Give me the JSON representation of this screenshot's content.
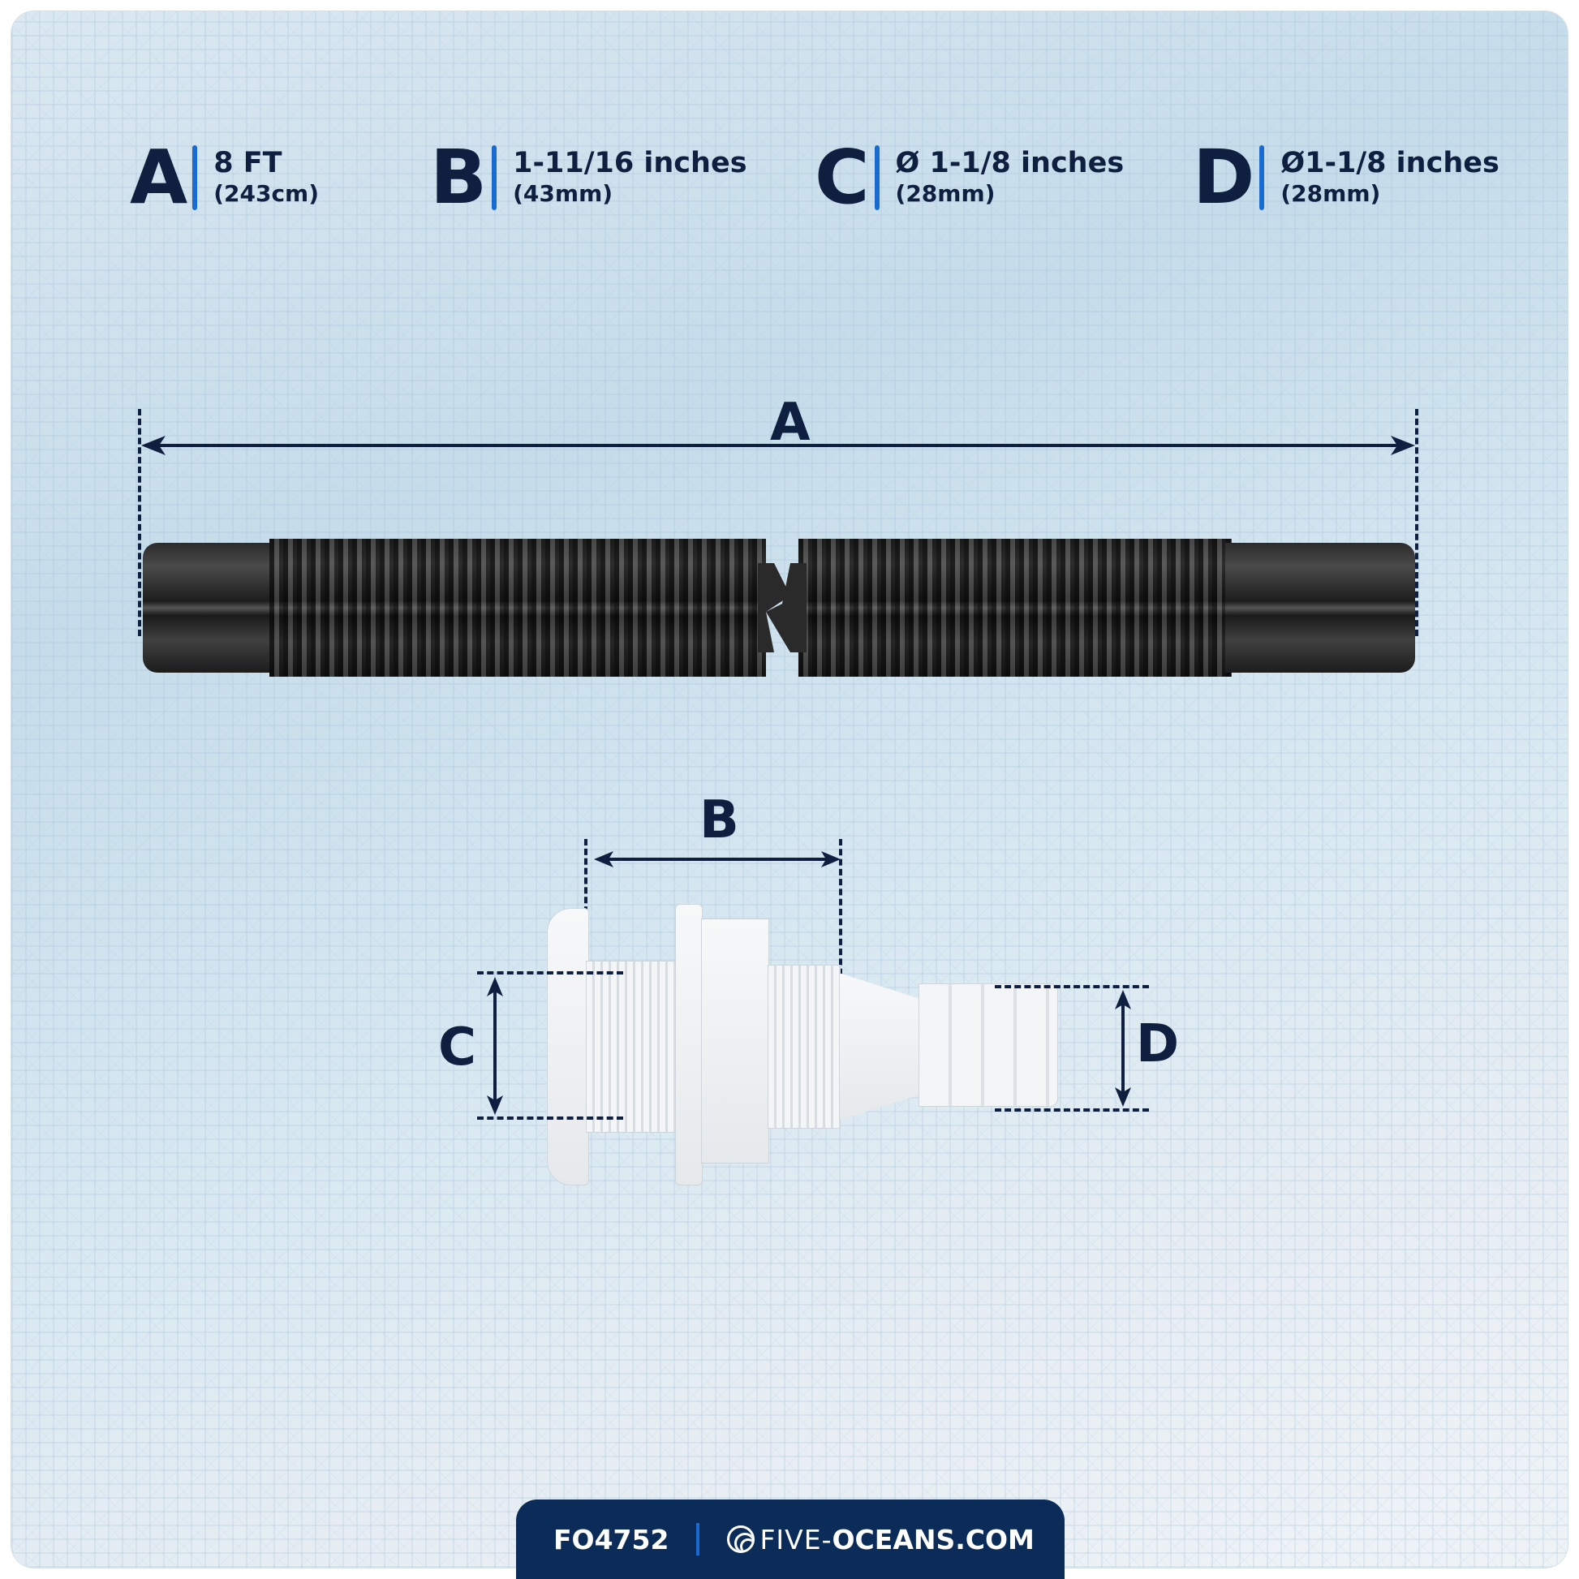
{
  "specs": [
    {
      "letter": "A",
      "primary": "8 FT",
      "secondary": "(243cm)"
    },
    {
      "letter": "B",
      "primary": "1-11/16 inches",
      "secondary": "(43mm)"
    },
    {
      "letter": "C",
      "primary": "Ø 1-1/8 inches",
      "secondary": "(28mm)"
    },
    {
      "letter": "D",
      "primary": "Ø1-1/8 inches",
      "secondary": "(28mm)"
    }
  ],
  "diagram": {
    "hose_label": "A",
    "fitting_labels": {
      "b": "B",
      "c": "C",
      "d": "D"
    }
  },
  "footer": {
    "product_code": "FO4752",
    "site_prefix": "FIVE-",
    "site_suffix": "OCEANS.COM",
    "logo_icon": "five-oceans-wave-logo"
  },
  "colors": {
    "navy": "#0e1f3f",
    "accent_blue": "#1a6bd1",
    "footer_bg": "#0b2c58"
  }
}
